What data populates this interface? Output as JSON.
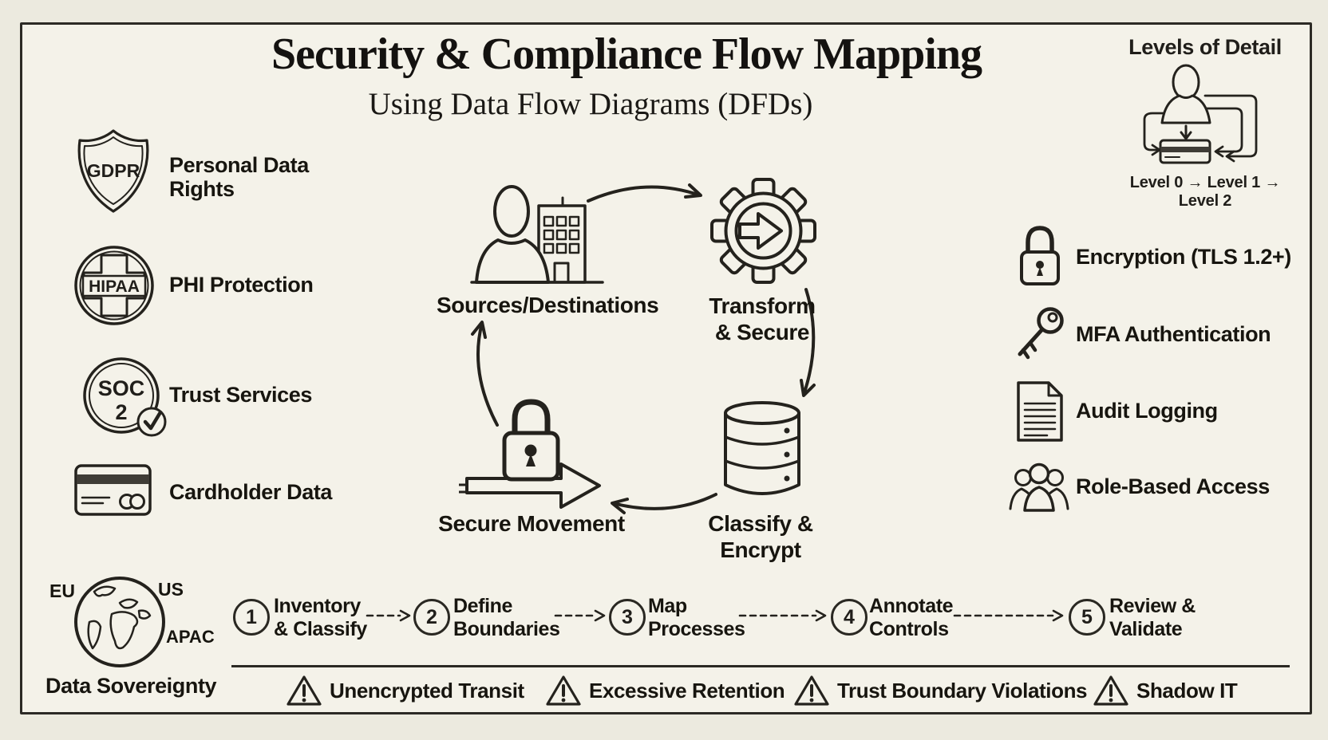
{
  "title": "Security & Compliance Flow Mapping",
  "subtitle": "Using Data Flow Diagrams (DFDs)",
  "levels_of_detail": {
    "heading": "Levels of Detail",
    "caption": "Level 0 → Level 1 → Level 2"
  },
  "compliance": [
    {
      "badge": "GDPR",
      "label": "Personal Data\nRights"
    },
    {
      "badge": "HIPAA",
      "label": "PHI Protection"
    },
    {
      "badge_line1": "SOC",
      "badge_line2": "2",
      "label": "Trust Services"
    },
    {
      "label": "Cardholder Data"
    }
  ],
  "flow": {
    "sources_label": "Sources/Destinations",
    "transform_label": "Transform\n& Secure",
    "classify_label": "Classify &\nEncrypt",
    "movement_label": "Secure Movement"
  },
  "controls": [
    {
      "icon": "padlock-icon",
      "label": "Encryption (TLS 1.2+)"
    },
    {
      "icon": "key-icon",
      "label": "MFA Authentication"
    },
    {
      "icon": "document-icon",
      "label": "Audit Logging"
    },
    {
      "icon": "people-icon",
      "label": "Role-Based Access"
    }
  ],
  "data_sovereignty": {
    "label": "Data Sovereignty",
    "regions": {
      "eu": "EU",
      "us": "US",
      "apac": "APAC"
    }
  },
  "steps": [
    {
      "num": "1",
      "label": "Inventory\n& Classify"
    },
    {
      "num": "2",
      "label": "Define\nBoundaries"
    },
    {
      "num": "3",
      "label": "Map\nProcesses"
    },
    {
      "num": "4",
      "label": "Annotate\nControls"
    },
    {
      "num": "5",
      "label": "Review &\nValidate"
    }
  ],
  "risks": [
    {
      "label": "Unencrypted Transit"
    },
    {
      "label": "Excessive Retention"
    },
    {
      "label": "Trust Boundary Violations"
    },
    {
      "label": "Shadow IT"
    }
  ],
  "colors": {
    "ink": "#24221d",
    "paper": "#f4f2e9",
    "paper_outer": "#eceadf",
    "stripe": "#3f3c36"
  }
}
